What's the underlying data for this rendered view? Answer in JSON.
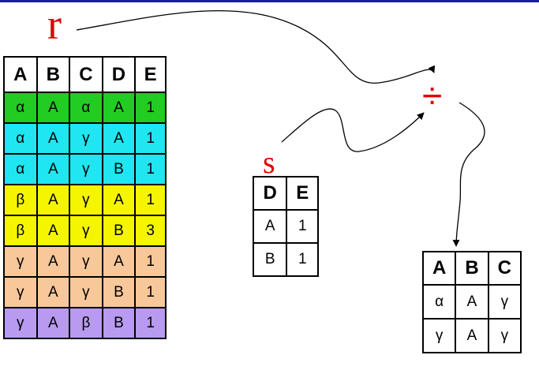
{
  "relation_r": {
    "name": "r",
    "headers": [
      "A",
      "B",
      "C",
      "D",
      "E"
    ],
    "rows": [
      {
        "cells": [
          "α",
          "A",
          "α",
          "A",
          "1"
        ],
        "color": "#22cc22"
      },
      {
        "cells": [
          "α",
          "A",
          "γ",
          "A",
          "1"
        ],
        "color": "#1fe6f0"
      },
      {
        "cells": [
          "α",
          "A",
          "γ",
          "B",
          "1"
        ],
        "color": "#1fe6f0"
      },
      {
        "cells": [
          "β",
          "A",
          "γ",
          "A",
          "1"
        ],
        "color": "#f5f500"
      },
      {
        "cells": [
          "β",
          "A",
          "γ",
          "B",
          "3"
        ],
        "color": "#f5f500"
      },
      {
        "cells": [
          "γ",
          "A",
          "γ",
          "A",
          "1"
        ],
        "color": "#f8c89a"
      },
      {
        "cells": [
          "γ",
          "A",
          "γ",
          "B",
          "1"
        ],
        "color": "#f8c89a"
      },
      {
        "cells": [
          "γ",
          "A",
          "β",
          "B",
          "1"
        ],
        "color": "#b89af0"
      }
    ]
  },
  "relation_s": {
    "name": "s",
    "headers": [
      "D",
      "E"
    ],
    "rows": [
      [
        "A",
        "1"
      ],
      [
        "B",
        "1"
      ]
    ]
  },
  "operator": {
    "symbol": "÷"
  },
  "result": {
    "headers": [
      "A",
      "B",
      "C"
    ],
    "rows": [
      [
        "α",
        "A",
        "γ"
      ],
      [
        "γ",
        "A",
        "γ"
      ]
    ]
  },
  "colors": {
    "relation_name": "#e00000",
    "top_bar": "#1b1ba8"
  }
}
